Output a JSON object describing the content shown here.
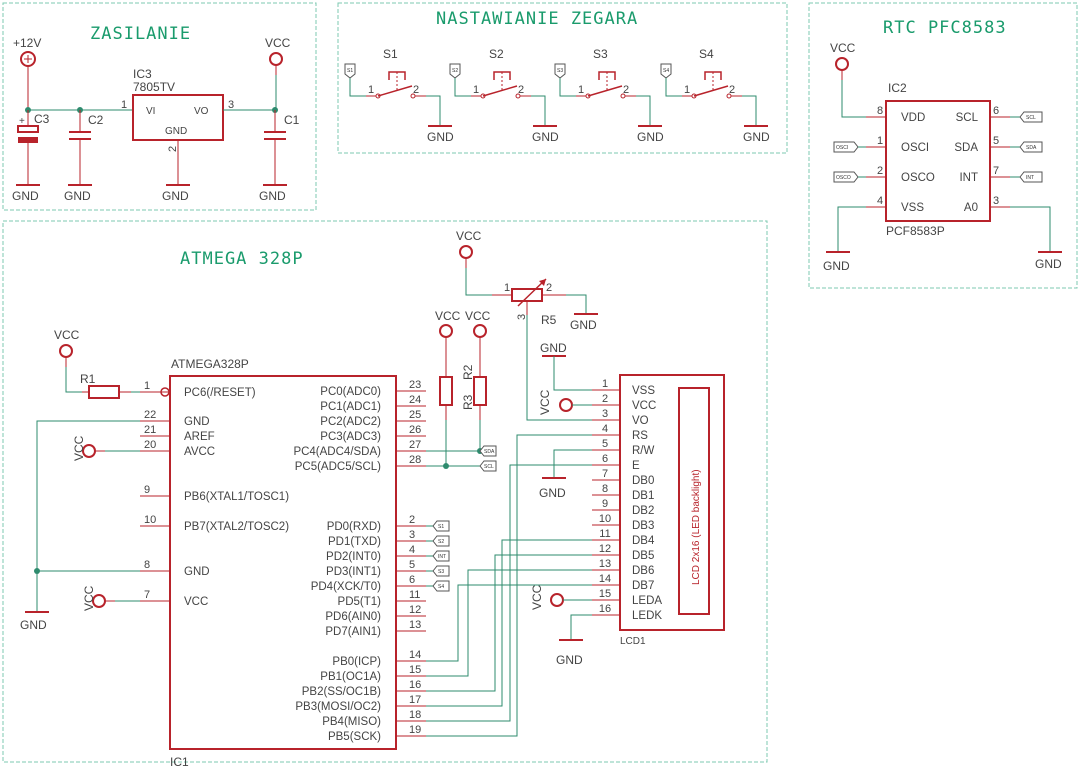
{
  "frames": {
    "power": "ZASILANIE",
    "clock_setting": "NASTAWIANIE ZEGARA",
    "rtc": "RTC PFC8583",
    "mcu": "ATMEGA 328P"
  },
  "nets": {
    "vcc": "VCC",
    "gnd": "GND",
    "v12": "+12V",
    "sda": "SDA",
    "scl": "SCL",
    "osci": "OSCI",
    "osco": "OSCO",
    "int": "INT",
    "s1_net": "S1",
    "s2_net": "S2",
    "s3_net": "S3",
    "s4_net": "S4"
  },
  "parts": {
    "ic3": {
      "ref": "IC3",
      "value": "7805TV",
      "pins": {
        "vi": "VI",
        "vo": "VO",
        "gnd": "GND"
      },
      "pin_numbers": [
        "1",
        "3",
        "2"
      ]
    },
    "c1": "C1",
    "c2": "C2",
    "c3": "C3",
    "s1": "S1",
    "s2": "S2",
    "s3": "S3",
    "s4": "S4",
    "switch_pins": [
      "1",
      "2"
    ],
    "ic2": {
      "ref": "IC2",
      "value": "PCF8583P",
      "left": [
        {
          "num": "8",
          "name": "VDD"
        },
        {
          "num": "1",
          "name": "OSCI"
        },
        {
          "num": "2",
          "name": "OSCO"
        },
        {
          "num": "4",
          "name": "VSS"
        }
      ],
      "right": [
        {
          "num": "6",
          "name": "SCL"
        },
        {
          "num": "5",
          "name": "SDA"
        },
        {
          "num": "7",
          "name": "INT"
        },
        {
          "num": "3",
          "name": "A0"
        }
      ]
    },
    "r1": "R1",
    "r2": "R2",
    "r3": "R3",
    "r5": "R5",
    "r5_pins": [
      "1",
      "2",
      "3"
    ],
    "ic1": {
      "value": "ATMEGA328P",
      "ref": "IC1",
      "left": [
        {
          "num": "1",
          "name": "PC6(/RESET)"
        },
        {
          "num": "22",
          "name": "GND"
        },
        {
          "num": "21",
          "name": "AREF"
        },
        {
          "num": "20",
          "name": "AVCC"
        },
        {
          "num": "9",
          "name": "PB6(XTAL1/TOSC1)"
        },
        {
          "num": "10",
          "name": "PB7(XTAL2/TOSC2)"
        },
        {
          "num": "8",
          "name": "GND"
        },
        {
          "num": "7",
          "name": "VCC"
        }
      ],
      "right": [
        {
          "num": "23",
          "name": "PC0(ADC0)"
        },
        {
          "num": "24",
          "name": "PC1(ADC1)"
        },
        {
          "num": "25",
          "name": "PC2(ADC2)"
        },
        {
          "num": "26",
          "name": "PC3(ADC3)"
        },
        {
          "num": "27",
          "name": "PC4(ADC4/SDA)"
        },
        {
          "num": "28",
          "name": "PC5(ADC5/SCL)"
        },
        {
          "num": "2",
          "name": "PD0(RXD)"
        },
        {
          "num": "3",
          "name": "PD1(TXD)"
        },
        {
          "num": "4",
          "name": "PD2(INT0)"
        },
        {
          "num": "5",
          "name": "PD3(INT1)"
        },
        {
          "num": "6",
          "name": "PD4(XCK/T0)"
        },
        {
          "num": "11",
          "name": "PD5(T1)"
        },
        {
          "num": "12",
          "name": "PD6(AIN0)"
        },
        {
          "num": "13",
          "name": "PD7(AIN1)"
        },
        {
          "num": "14",
          "name": "PB0(ICP)"
        },
        {
          "num": "15",
          "name": "PB1(OC1A)"
        },
        {
          "num": "16",
          "name": "PB2(SS/OC1B)"
        },
        {
          "num": "17",
          "name": "PB3(MOSI/OC2)"
        },
        {
          "num": "18",
          "name": "PB4(MISO)"
        },
        {
          "num": "19",
          "name": "PB5(SCK)"
        }
      ]
    },
    "lcd1": {
      "ref": "LCD1",
      "backlight_label": "LCD 2x16 (LED backlight)",
      "pins": [
        {
          "num": "1",
          "name": "VSS"
        },
        {
          "num": "2",
          "name": "VCC"
        },
        {
          "num": "3",
          "name": "VO"
        },
        {
          "num": "4",
          "name": "RS"
        },
        {
          "num": "5",
          "name": "R/W"
        },
        {
          "num": "6",
          "name": "E"
        },
        {
          "num": "7",
          "name": "DB0"
        },
        {
          "num": "8",
          "name": "DB1"
        },
        {
          "num": "9",
          "name": "DB2"
        },
        {
          "num": "10",
          "name": "DB3"
        },
        {
          "num": "11",
          "name": "DB4"
        },
        {
          "num": "12",
          "name": "DB5"
        },
        {
          "num": "13",
          "name": "DB6"
        },
        {
          "num": "14",
          "name": "DB7"
        },
        {
          "num": "15",
          "name": "LEDA"
        },
        {
          "num": "16",
          "name": "LEDK"
        }
      ]
    }
  },
  "colors": {
    "component": "#b8232b",
    "wire": "#2e8b6e",
    "frame": "#7ec8b0",
    "title": "#1a9b6c"
  }
}
